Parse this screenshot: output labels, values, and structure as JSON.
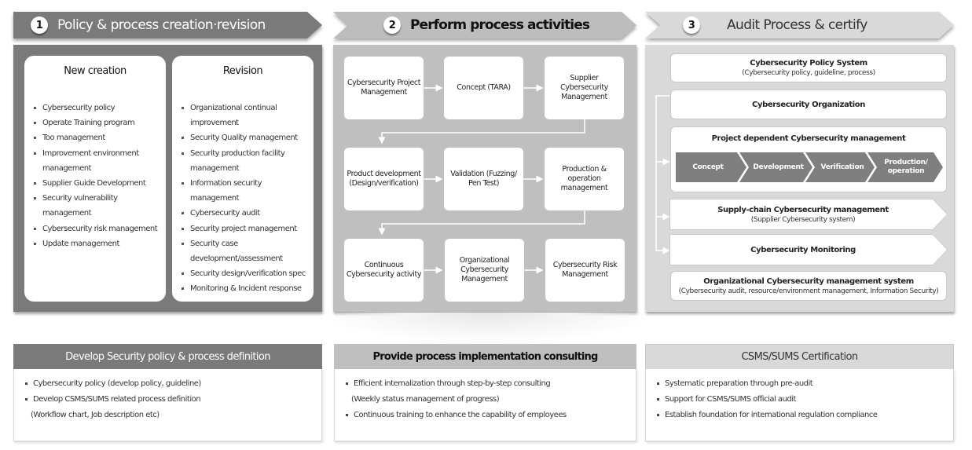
{
  "colors": {
    "phase1": "#7a7a7a",
    "phase2": "#bfbfbf",
    "phase3": "#d9d9d9",
    "stage": "#7f7f7f",
    "card": "#ffffff"
  },
  "phases": [
    {
      "number": "1",
      "title": "Policy & process creation·revision",
      "columns": [
        {
          "heading": "New creation",
          "items": [
            "Cybersecurity policy",
            "Operate Training program",
            "Too management",
            "Improvement environment management",
            "Supplier Guide Development",
            "Security vulnerability management",
            "Cybersecurity risk management",
            "Update management"
          ]
        },
        {
          "heading": "Revision",
          "items": [
            "Organizational continual improvement",
            "Security Quality management",
            "Security production facility management",
            "Information security management",
            "Cybersecurity audit",
            "Security project management",
            "Security case development/assessment",
            "Security design/verification spec",
            "Monitoring & Incident response"
          ]
        }
      ]
    },
    {
      "number": "2",
      "title": "Perform process activities",
      "flow": [
        [
          "Cybersecurity Project Management",
          "Concept (TARA)",
          "Supplier Cybersecurity Management"
        ],
        [
          "Product development (Design/verification)",
          "Validation (Fuzzing/ Pen Test)",
          "Production & operation management"
        ],
        [
          "Continuous Cybersecurity activity",
          "Organizational Cybersecurity Management",
          "Cybersecurity Risk Management"
        ]
      ]
    },
    {
      "number": "3",
      "title": "Audit Process & certify",
      "items": {
        "policy_system": {
          "title": "Cybersecurity Policy System",
          "subtitle": "(Cybersecurity policy, guideline, process)"
        },
        "organization": {
          "title": "Cybersecurity Organization"
        },
        "project_dependent": {
          "title": "Project dependent Cybersecurity management",
          "stages": [
            "Concept",
            "Development",
            "Verification",
            "Production/ operation"
          ]
        },
        "supply_chain": {
          "title": "Supply-chain Cybersecurity management",
          "subtitle": "(Supplier Cybersecurity system)"
        },
        "monitoring": {
          "title": "Cybersecurity Monitoring"
        },
        "org_system": {
          "title": "Organizational Cybersecurity management system",
          "subtitle": "(Cybersecurity audit, resource/environment management, Information Security)"
        }
      }
    }
  ],
  "summaries": [
    {
      "title": "Develop Security policy & process definition",
      "items": [
        {
          "text": "Cybersecurity policy (develop policy, guideline)"
        },
        {
          "text": "Develop CSMS/SUMS related process definition",
          "sub": "(Workflow chart, Job description etc)"
        }
      ]
    },
    {
      "title": "Provide process implementation consulting",
      "items": [
        {
          "text": "Efficient internalization through step-by-step consulting",
          "sub": "(Weekly status management of progress)"
        },
        {
          "text": "Continuous training to enhance the capability of employees"
        }
      ]
    },
    {
      "title": "CSMS/SUMS Certification",
      "items": [
        {
          "text": "Systematic preparation through pre-audit"
        },
        {
          "text": "Support for CSMS/SUMS official audit"
        },
        {
          "text": "Establish foundation for international regulation compliance"
        }
      ]
    }
  ]
}
